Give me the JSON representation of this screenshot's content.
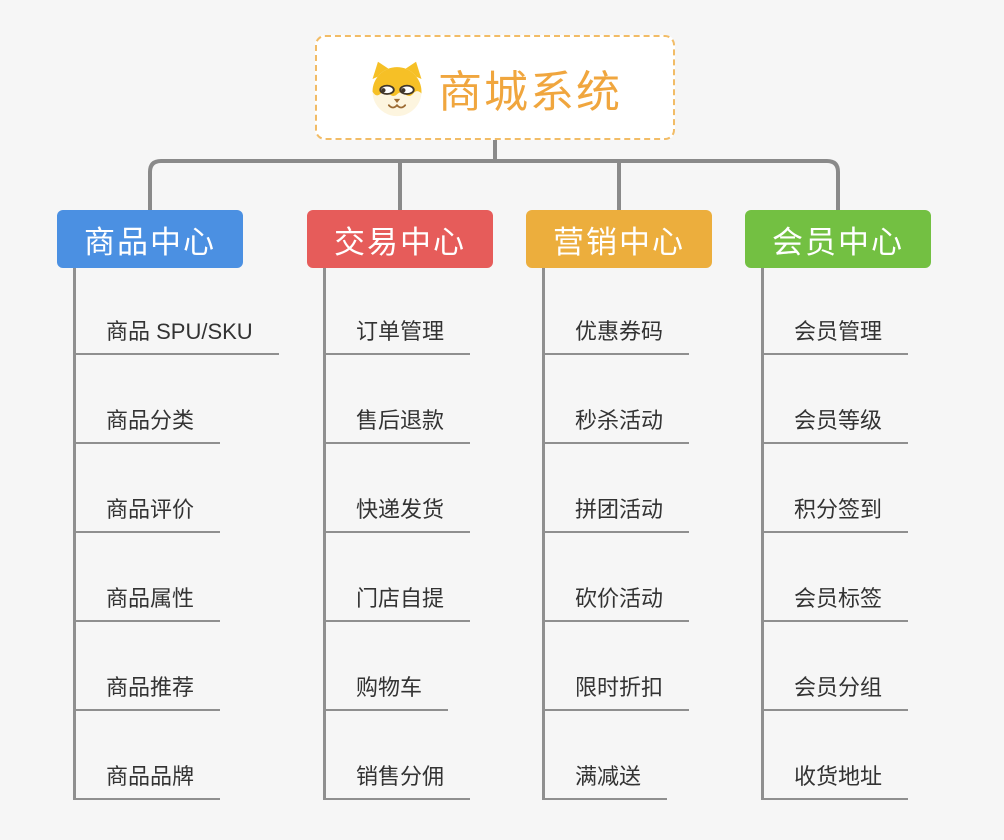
{
  "root": {
    "title": "商城系统",
    "icon": "shiba-dog",
    "accent_color": "#f0a63e",
    "border_color": "#f2bc66"
  },
  "connector_color": "#8a8a8a",
  "branches": [
    {
      "label": "商品中心",
      "color": "#4b90e2",
      "items": [
        "商品 SPU/SKU",
        "商品分类",
        "商品评价",
        "商品属性",
        "商品推荐",
        "商品品牌"
      ]
    },
    {
      "label": "交易中心",
      "color": "#e65c5a",
      "items": [
        "订单管理",
        "售后退款",
        "快递发货",
        "门店自提",
        "购物车",
        "销售分佣"
      ]
    },
    {
      "label": "营销中心",
      "color": "#ecae3d",
      "items": [
        "优惠券码",
        "秒杀活动",
        "拼团活动",
        "砍价活动",
        "限时折扣",
        "满减送"
      ]
    },
    {
      "label": "会员中心",
      "color": "#73c042",
      "items": [
        "会员管理",
        "会员等级",
        "积分签到",
        "会员标签",
        "会员分组",
        "收货地址"
      ]
    }
  ]
}
